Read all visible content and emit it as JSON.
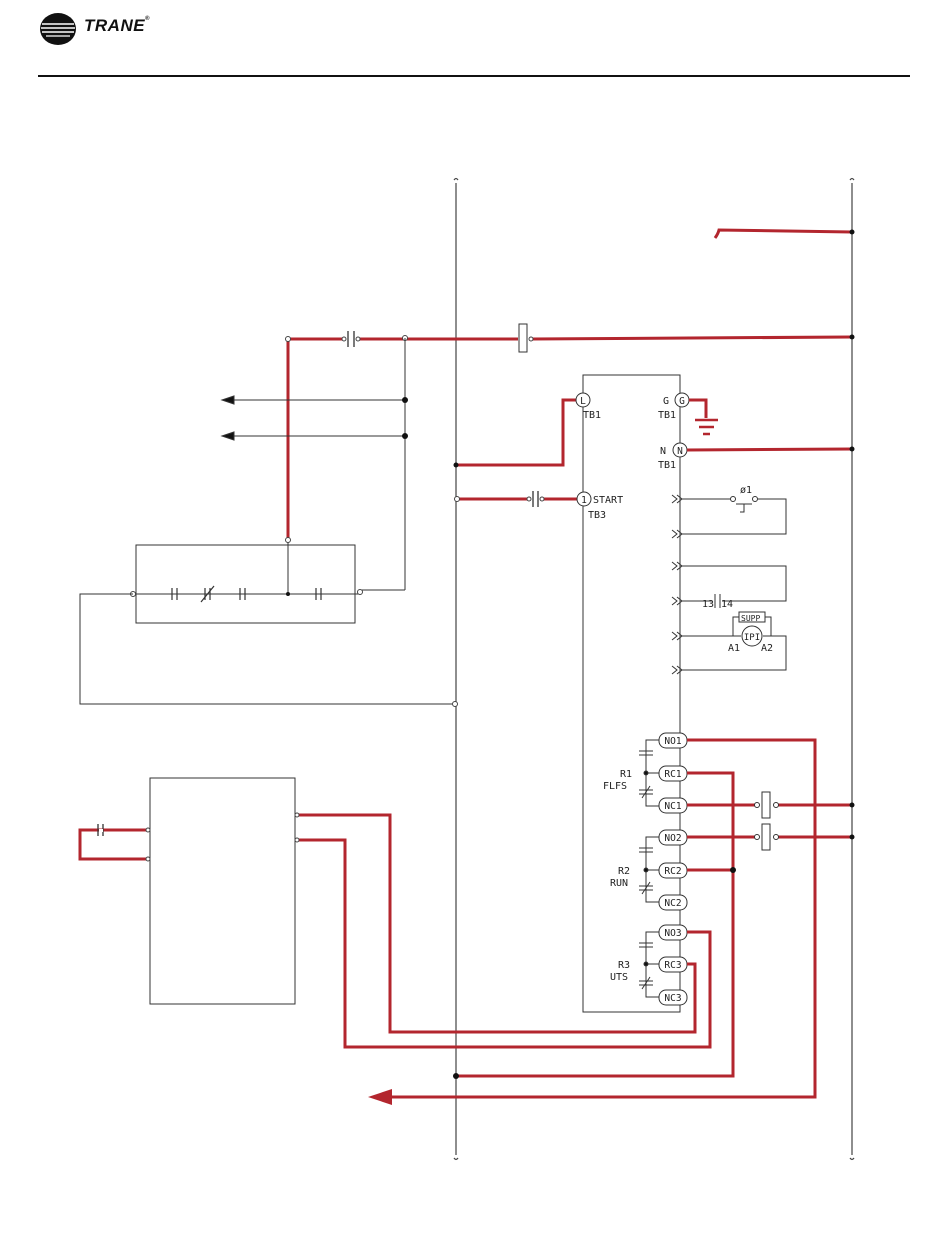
{
  "header": {
    "brand": "TRANE",
    "brand_mark": "®",
    "logo_icon": "trane-swoosh-logo"
  },
  "colors": {
    "wire_highlight": "#b3262e",
    "wire_normal": "#333333",
    "rule": "#111111"
  },
  "terminals": {
    "L": "L",
    "TB1_L": "TB1",
    "G_letter": "G",
    "G_circle": "G",
    "TB1_G": "TB1",
    "N_letter": "N",
    "N_circle": "N",
    "TB1_N": "TB1",
    "start_num": "1",
    "start_label": "START",
    "TB3": "TB3"
  },
  "relays": {
    "NO1": "NO1",
    "RC1": "RC1",
    "NC1": "NC1",
    "R1": "R1",
    "R1_name": "FLFS",
    "NO2": "NO2",
    "RC2": "RC2",
    "NC2": "NC2",
    "R2": "R2",
    "R2_name": "RUN",
    "NO3": "NO3",
    "RC3": "RC3",
    "NC3": "NC3",
    "R3": "R3",
    "R3_name": "UTS"
  },
  "aux": {
    "phase": "ø1",
    "contact_13": "13",
    "contact_14": "14",
    "supp": "SUPP",
    "ipi": "IPI",
    "a1": "A1",
    "a2": "A2"
  }
}
